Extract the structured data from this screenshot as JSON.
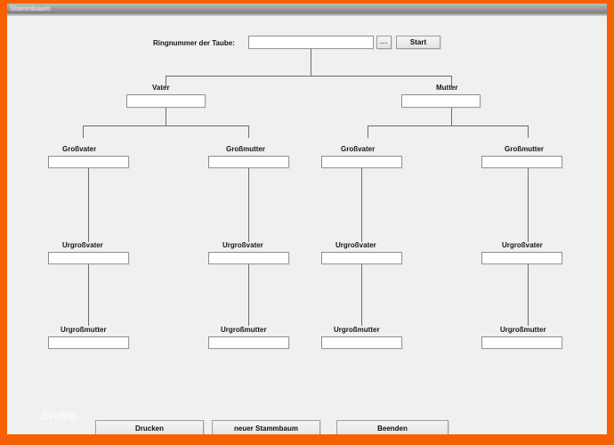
{
  "window": {
    "title": "Stammbaum"
  },
  "search": {
    "label": "Ringnummer der Taube:",
    "value": "",
    "placeholder": "",
    "browse_label": "...",
    "start_label": "Start"
  },
  "tree": {
    "generation1": [
      {
        "name": "vater",
        "label": "Vater",
        "value": ""
      },
      {
        "name": "mutter",
        "label": "Mutter",
        "value": ""
      }
    ],
    "generation2": [
      {
        "name": "grossvater-1",
        "label": "Großvater",
        "value": ""
      },
      {
        "name": "grossmutter-1",
        "label": "Großmutter",
        "value": ""
      },
      {
        "name": "grossvater-2",
        "label": "Großvater",
        "value": ""
      },
      {
        "name": "grossmutter-2",
        "label": "Großmutter",
        "value": ""
      }
    ],
    "generation3": [
      {
        "name": "urgrossvater-1",
        "label": "Urgroßvater",
        "value": ""
      },
      {
        "name": "urgrossvater-2",
        "label": "Urgroßvater",
        "value": ""
      },
      {
        "name": "urgrossvater-3",
        "label": "Urgroßvater",
        "value": ""
      },
      {
        "name": "urgrossvater-4",
        "label": "Urgroßvater",
        "value": ""
      }
    ],
    "generation4": [
      {
        "name": "urgrossmutter-1",
        "label": "Urgroßmutter",
        "value": ""
      },
      {
        "name": "urgrossmutter-2",
        "label": "Urgroßmutter",
        "value": ""
      },
      {
        "name": "urgrossmutter-3",
        "label": "Urgroßmutter",
        "value": ""
      },
      {
        "name": "urgrossmutter-4",
        "label": "Urgroßmutter",
        "value": ""
      }
    ]
  },
  "footer": {
    "print_label": "Drucken",
    "new_label": "neuer Stammbaum",
    "quit_label": "Beenden"
  },
  "watermark": {
    "text": "Evolog"
  },
  "colors": {
    "frame_orange": "#f56100",
    "window_background": "#f0f0ef",
    "line": "#6e6e6e",
    "field_background": "#ffffff",
    "field_border": "#9b9b9b"
  }
}
